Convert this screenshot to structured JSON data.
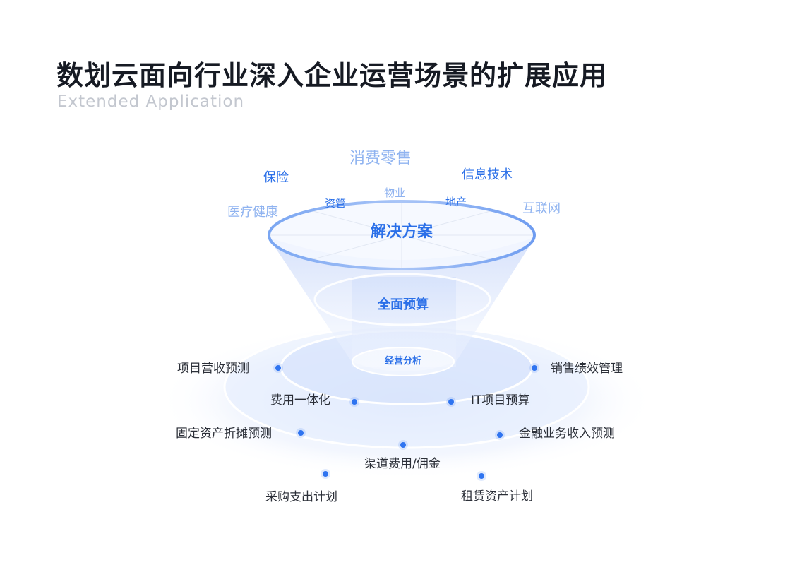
{
  "header": {
    "title": "数划云面向行业深入企业运营场景的扩展应用",
    "subtitle": "Extended Application"
  },
  "industries": {
    "retail": "消费零售",
    "insurance": "保险",
    "it": "信息技术",
    "property_mgmt": "物业",
    "assets": "资管",
    "real_estate": "地产",
    "healthcare": "医疗健康",
    "internet": "互联网"
  },
  "core": {
    "solution": "解决方案",
    "budget": "全面预算",
    "analysis": "经营分析"
  },
  "scenarios": {
    "project_revenue": "项目营收预测",
    "sales_performance": "销售绩效管理",
    "expense_integration": "费用一体化",
    "it_project_budget": "IT项目预算",
    "fixed_asset": "固定资产折摊预测",
    "financial_income": "金融业务收入预测",
    "channel_expense": "渠道费用/佣金",
    "procurement": "采购支出计划",
    "lease_asset": "租赁资产计划"
  },
  "colors": {
    "accent": "#2a6fe8",
    "accent_light": "#8fb3f0",
    "title": "#161a23",
    "subtitle": "#c3c7cf",
    "dot": "#2f74f0"
  }
}
